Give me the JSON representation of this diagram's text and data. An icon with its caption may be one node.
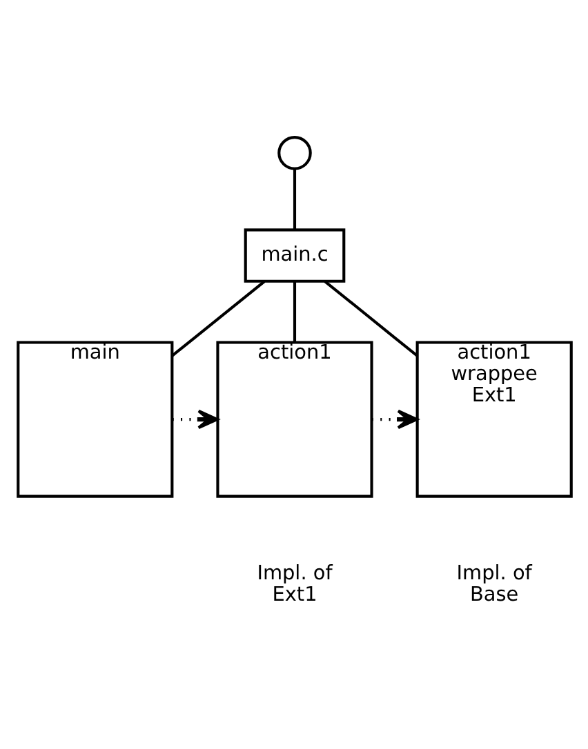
{
  "diagram": {
    "nodes": [
      {
        "text": [],
        "shape": "circle"
      },
      {
        "text": [
          "main.c"
        ]
      },
      {
        "text": [
          "main"
        ]
      },
      {
        "text": [
          "action1"
        ]
      },
      {
        "text": [
          "action1 wrappee Ext1"
        ]
      }
    ],
    "edges": [
      {
        "from": 0,
        "to": 1,
        "arrow": "none"
      },
      {
        "from": 1,
        "to": 2,
        "arrow": "none"
      },
      {
        "from": 1,
        "to": 3,
        "arrow": "none"
      },
      {
        "from": 1,
        "to": 4,
        "arrow": "none"
      },
      {
        "from": 2,
        "to": 3,
        "arrow": "to",
        "style": "dashed"
      },
      {
        "from": 3,
        "to": 4,
        "arrow": "to",
        "style": "dashed"
      }
    ],
    "labels": [
      "Impl. of Ext1",
      "Impl. of Base"
    ]
  }
}
